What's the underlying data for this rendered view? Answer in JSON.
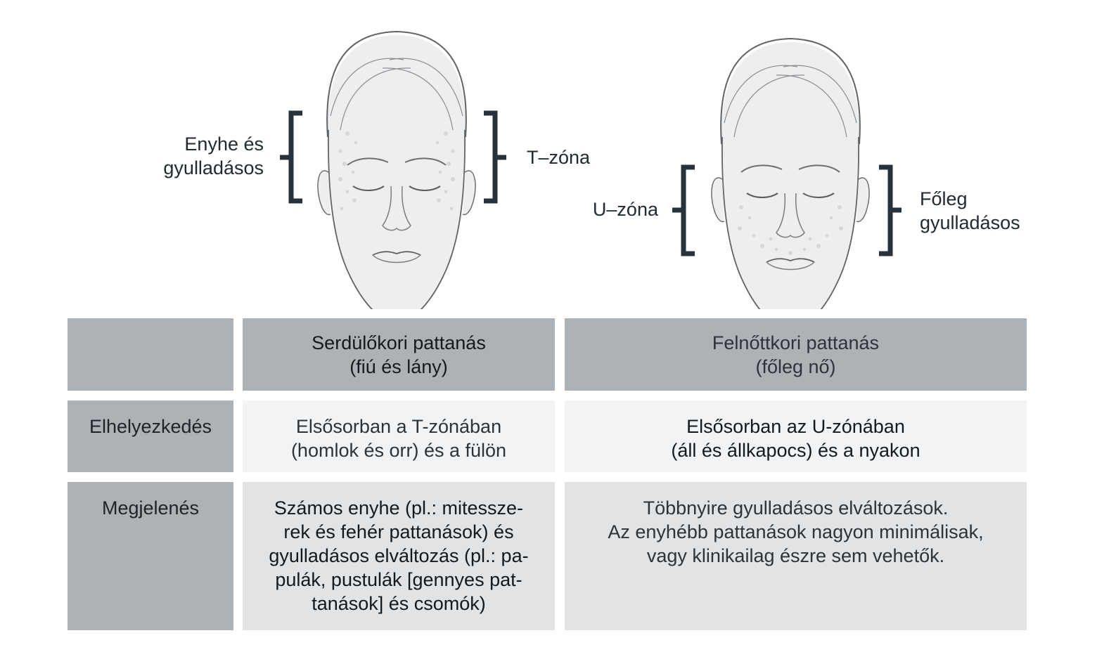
{
  "colors": {
    "bracket": "#26323c",
    "header_bg": "#adb2b7",
    "row1_bg": "#f2f3f4",
    "row2_bg": "#e1e3e5",
    "face_fill": "#eeeeee",
    "line": "#6a6f74"
  },
  "faces": {
    "left": {
      "label_left": "Enyhe és\ngyulladásos",
      "label_right": "T–zóna"
    },
    "right": {
      "label_left": "U–zóna",
      "label_right": "Főleg\ngyulladásos"
    }
  },
  "table": {
    "columns": [
      "",
      "Serdülőkori pattanás\n(fiú és lány)",
      "Felnőttkori pattanás\n(főleg nő)"
    ],
    "rows": [
      {
        "label": "Elhelyezkedés",
        "teen": "Elsősorban a T-zónában\n(homlok és orr) és a fülön",
        "adult": "Elsősorban az U-zónában\n(áll és állkapocs) és a nyakon"
      },
      {
        "label": "Megjelenés",
        "teen": "Számos enyhe (pl.: mitessze-\nrek és fehér pattanások) és\ngyulladásos elváltozás (pl.: pa-\npulák, pustulák [gennyes pat-\ntanások] és csomók)",
        "adult": "Többnyire gyulladásos elváltozások.\nAz enyhébb pattanások nagyon minimálisak,\nvagy klinikailag észre sem vehetők."
      }
    ]
  }
}
